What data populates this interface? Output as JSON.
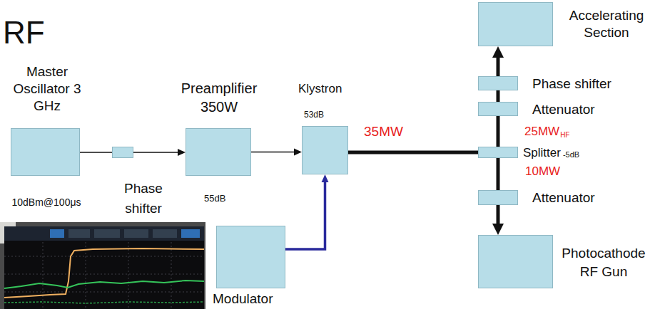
{
  "diagram": {
    "title": "RF",
    "nodes": [
      {
        "text": [
          "Master Oscillator 3 GHz",
          "10dBm@100μs"
        ]
      },
      {
        "text": [
          "Phase shifter"
        ]
      },
      {
        "text": [
          "Preamplifier 350W",
          "55dB"
        ]
      },
      {
        "text": [
          "Klystron",
          "53dB"
        ]
      },
      {
        "text": [
          "Splitter",
          "-5dB"
        ]
      },
      {
        "text": [
          "Attenuator"
        ]
      },
      {
        "text": [
          "Phase shifter"
        ]
      },
      {
        "text": [
          "Accelerating Section"
        ]
      },
      {
        "text": [
          "Attenuator"
        ]
      },
      {
        "text": [
          "Photocathode RF Gun"
        ]
      },
      {
        "text": [
          "Modulator"
        ]
      }
    ],
    "edges": [
      {
        "from": 0,
        "to": 1,
        "arrow": "none"
      },
      {
        "from": 1,
        "to": 2,
        "arrow": "to"
      },
      {
        "from": 2,
        "to": 3,
        "arrow": "to"
      },
      {
        "from": 3,
        "to": 4,
        "label": "35MW",
        "arrow": "none"
      },
      {
        "from": 4,
        "to": 5,
        "label": "25MW",
        "arrow": "none"
      },
      {
        "from": 5,
        "to": 6,
        "arrow": "none"
      },
      {
        "from": 6,
        "to": 7,
        "arrow": "to"
      },
      {
        "from": 4,
        "to": 8,
        "label": "10MW",
        "arrow": "none"
      },
      {
        "from": 8,
        "to": 9,
        "arrow": "to"
      },
      {
        "from": 10,
        "to": 3,
        "arrow": "to"
      }
    ],
    "labels": [
      "HF"
    ]
  }
}
